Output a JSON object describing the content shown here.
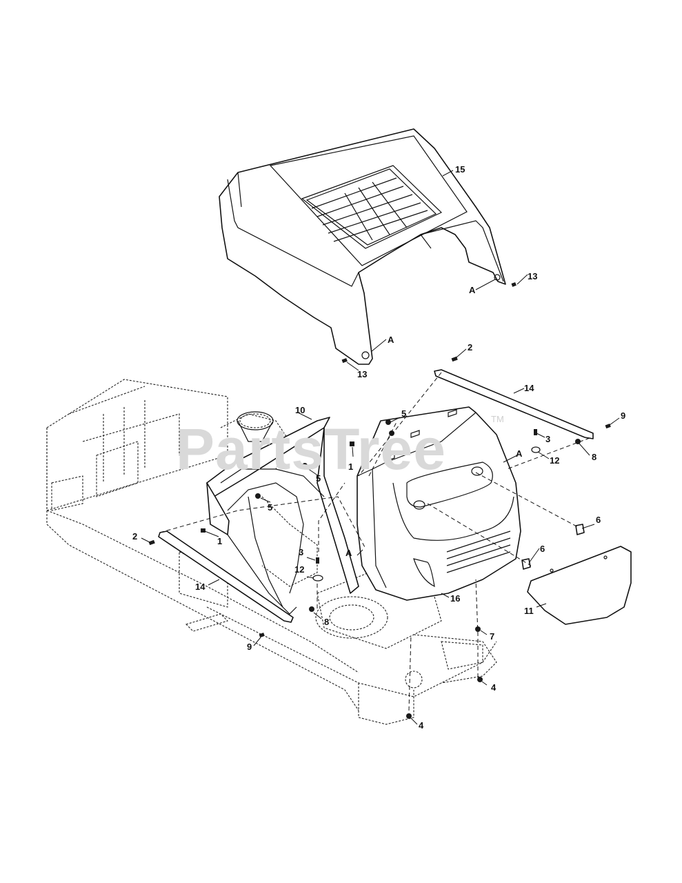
{
  "watermark": {
    "text": "PartsTree",
    "trademark": "TM"
  },
  "callouts": [
    {
      "id": "c15",
      "text": "15"
    },
    {
      "id": "c13a",
      "text": "13"
    },
    {
      "id": "cAa",
      "text": "A"
    },
    {
      "id": "cAb",
      "text": "A"
    },
    {
      "id": "c13b",
      "text": "13"
    },
    {
      "id": "c2a",
      "text": "2"
    },
    {
      "id": "c14a",
      "text": "14"
    },
    {
      "id": "c10",
      "text": "10"
    },
    {
      "id": "c5a",
      "text": "5"
    },
    {
      "id": "c9a",
      "text": "9"
    },
    {
      "id": "c3a",
      "text": "3"
    },
    {
      "id": "cAc",
      "text": "A"
    },
    {
      "id": "c12a",
      "text": "12"
    },
    {
      "id": "c8a",
      "text": "8"
    },
    {
      "id": "c1a",
      "text": "1"
    },
    {
      "id": "c5b",
      "text": "5"
    },
    {
      "id": "c5c",
      "text": "5"
    },
    {
      "id": "c2b",
      "text": "2"
    },
    {
      "id": "c1b",
      "text": "1"
    },
    {
      "id": "c6a",
      "text": "6"
    },
    {
      "id": "cAd",
      "text": "A"
    },
    {
      "id": "c6b",
      "text": "6"
    },
    {
      "id": "c3b",
      "text": "3"
    },
    {
      "id": "c12b",
      "text": "12"
    },
    {
      "id": "c14b",
      "text": "14"
    },
    {
      "id": "c16",
      "text": "16"
    },
    {
      "id": "c11",
      "text": "11"
    },
    {
      "id": "c8b",
      "text": "8"
    },
    {
      "id": "c9b",
      "text": "9"
    },
    {
      "id": "c7",
      "text": "7"
    },
    {
      "id": "c4a",
      "text": "4"
    },
    {
      "id": "c4b",
      "text": "4"
    }
  ]
}
